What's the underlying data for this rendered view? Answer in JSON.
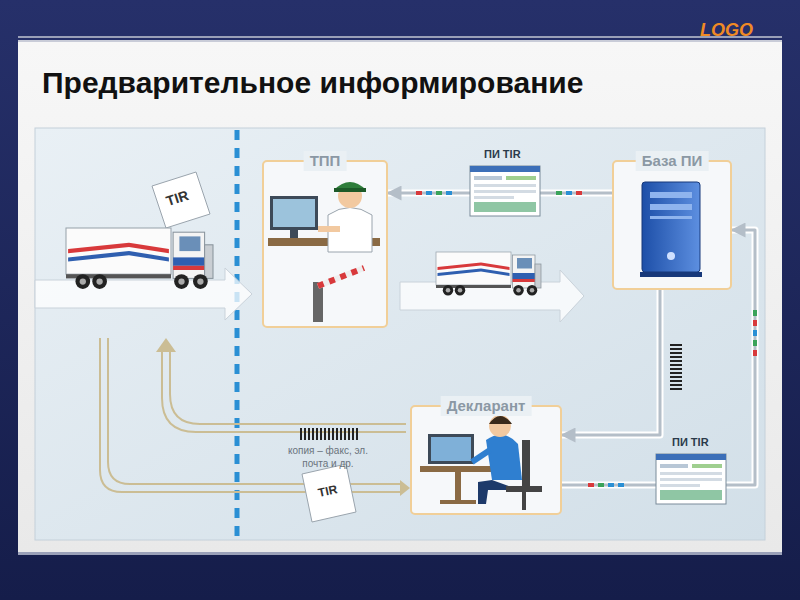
{
  "diagram": {
    "title": "Предварительное информирование",
    "nodes": [
      {
        "text": [
          "ТПП"
        ]
      },
      {
        "text": [
          "База ПИ"
        ]
      },
      {
        "text": [
          "Декларант"
        ]
      }
    ],
    "edges": [
      {
        "from": 1,
        "to": 0,
        "arrow": "to"
      },
      {
        "from": 2,
        "to": 1,
        "arrow": "to"
      },
      {
        "from": 1,
        "to": 2,
        "arrow": "to"
      }
    ],
    "labels": [
      "LOGO",
      "TIR",
      "ПИ TIR",
      "копия – факс, эл. почта и др.",
      "TIR",
      "ПИ TIR"
    ]
  }
}
